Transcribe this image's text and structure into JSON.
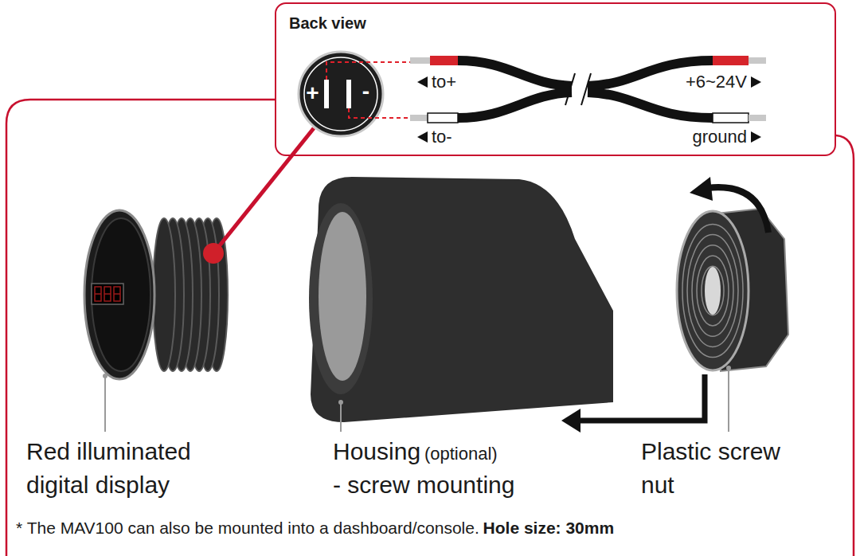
{
  "diagram": {
    "nodes": [
      {
        "text": [
          "Back view"
        ]
      },
      {
        "text": [
          "+",
          "-"
        ],
        "in": 0
      }
    ],
    "labels": [
      "to+",
      "to-",
      "+6~24V",
      "ground",
      "Red illuminated digital display",
      "Housing",
      "(optional)",
      "- screw mounting",
      "Plastic screw nut",
      "* The MAV100 can also be mounted into a dashboard/console.",
      "Hole size: 30mm"
    ]
  }
}
